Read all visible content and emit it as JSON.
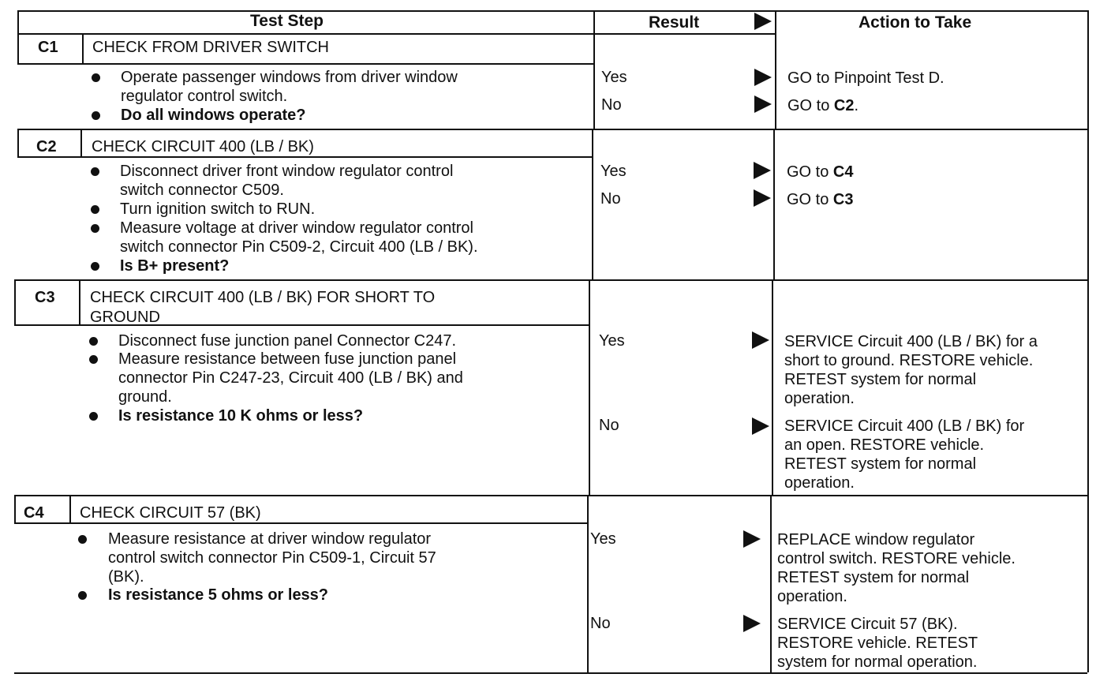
{
  "header": {
    "test_step": "Test Step",
    "result": "Result",
    "action": "Action to Take"
  },
  "steps": [
    {
      "id": "C1",
      "title": [
        "CHECK FROM DRIVER SWITCH"
      ],
      "bullets": [
        {
          "lines": [
            "Operate passenger windows from driver window",
            "regulator control switch."
          ],
          "bold": false
        },
        {
          "lines": [
            "Do all windows operate?"
          ],
          "bold": true
        }
      ],
      "results": [
        {
          "label": "Yes",
          "action": {
            "lines": [
              "GO to Pinpoint Test D."
            ]
          }
        },
        {
          "label": "No",
          "action": {
            "pre": "GO to ",
            "bold": "C2",
            "post": "."
          }
        }
      ]
    },
    {
      "id": "C2",
      "title": [
        "CHECK CIRCUIT 400 (LB / BK)"
      ],
      "bullets": [
        {
          "lines": [
            "Disconnect driver front window regulator control",
            "switch connector C509."
          ],
          "bold": false
        },
        {
          "lines": [
            "Turn ignition switch to RUN."
          ],
          "bold": false
        },
        {
          "lines": [
            "Measure voltage at driver window regulator control",
            "switch connector Pin C509-2, Circuit 400 (LB / BK)."
          ],
          "bold": false
        },
        {
          "lines": [
            "Is B+ present?"
          ],
          "bold": true
        }
      ],
      "results": [
        {
          "label": "Yes",
          "action": {
            "pre": "GO to ",
            "bold": "C4",
            "post": ""
          }
        },
        {
          "label": "No",
          "action": {
            "pre": "GO to ",
            "bold": "C3",
            "post": ""
          }
        }
      ]
    },
    {
      "id": "C3",
      "title": [
        "CHECK CIRCUIT 400 (LB / BK) FOR SHORT TO",
        "GROUND"
      ],
      "bullets": [
        {
          "lines": [
            "Disconnect fuse junction panel Connector C247."
          ],
          "bold": false
        },
        {
          "lines": [
            "Measure resistance between fuse junction panel",
            "connector Pin C247-23, Circuit 400 (LB / BK) and",
            "ground."
          ],
          "bold": false
        },
        {
          "lines": [
            "Is resistance 10 K ohms or less?"
          ],
          "bold": true
        }
      ],
      "results": [
        {
          "label": "Yes",
          "action": {
            "lines": [
              "SERVICE Circuit 400 (LB / BK) for a",
              "short to ground. RESTORE vehicle.",
              "RETEST system for normal",
              "operation."
            ]
          }
        },
        {
          "label": "No",
          "action": {
            "lines": [
              "SERVICE Circuit 400 (LB / BK) for",
              "an open. RESTORE vehicle.",
              "RETEST system for normal",
              "operation."
            ]
          }
        }
      ]
    },
    {
      "id": "C4",
      "title": [
        "CHECK CIRCUIT 57 (BK)"
      ],
      "bullets": [
        {
          "lines": [
            "Measure resistance at driver window regulator",
            "control switch connector Pin C509-1, Circuit 57",
            "(BK)."
          ],
          "bold": false
        },
        {
          "lines": [
            "Is resistance 5 ohms or less?"
          ],
          "bold": true
        }
      ],
      "results": [
        {
          "label": "Yes",
          "action": {
            "lines": [
              "REPLACE window regulator",
              "control switch. RESTORE vehicle.",
              "RETEST system for normal",
              "operation."
            ]
          }
        },
        {
          "label": "No",
          "action": {
            "lines": [
              "SERVICE Circuit 57 (BK).",
              "RESTORE vehicle. RETEST",
              "system for normal operation."
            ]
          }
        }
      ]
    }
  ]
}
